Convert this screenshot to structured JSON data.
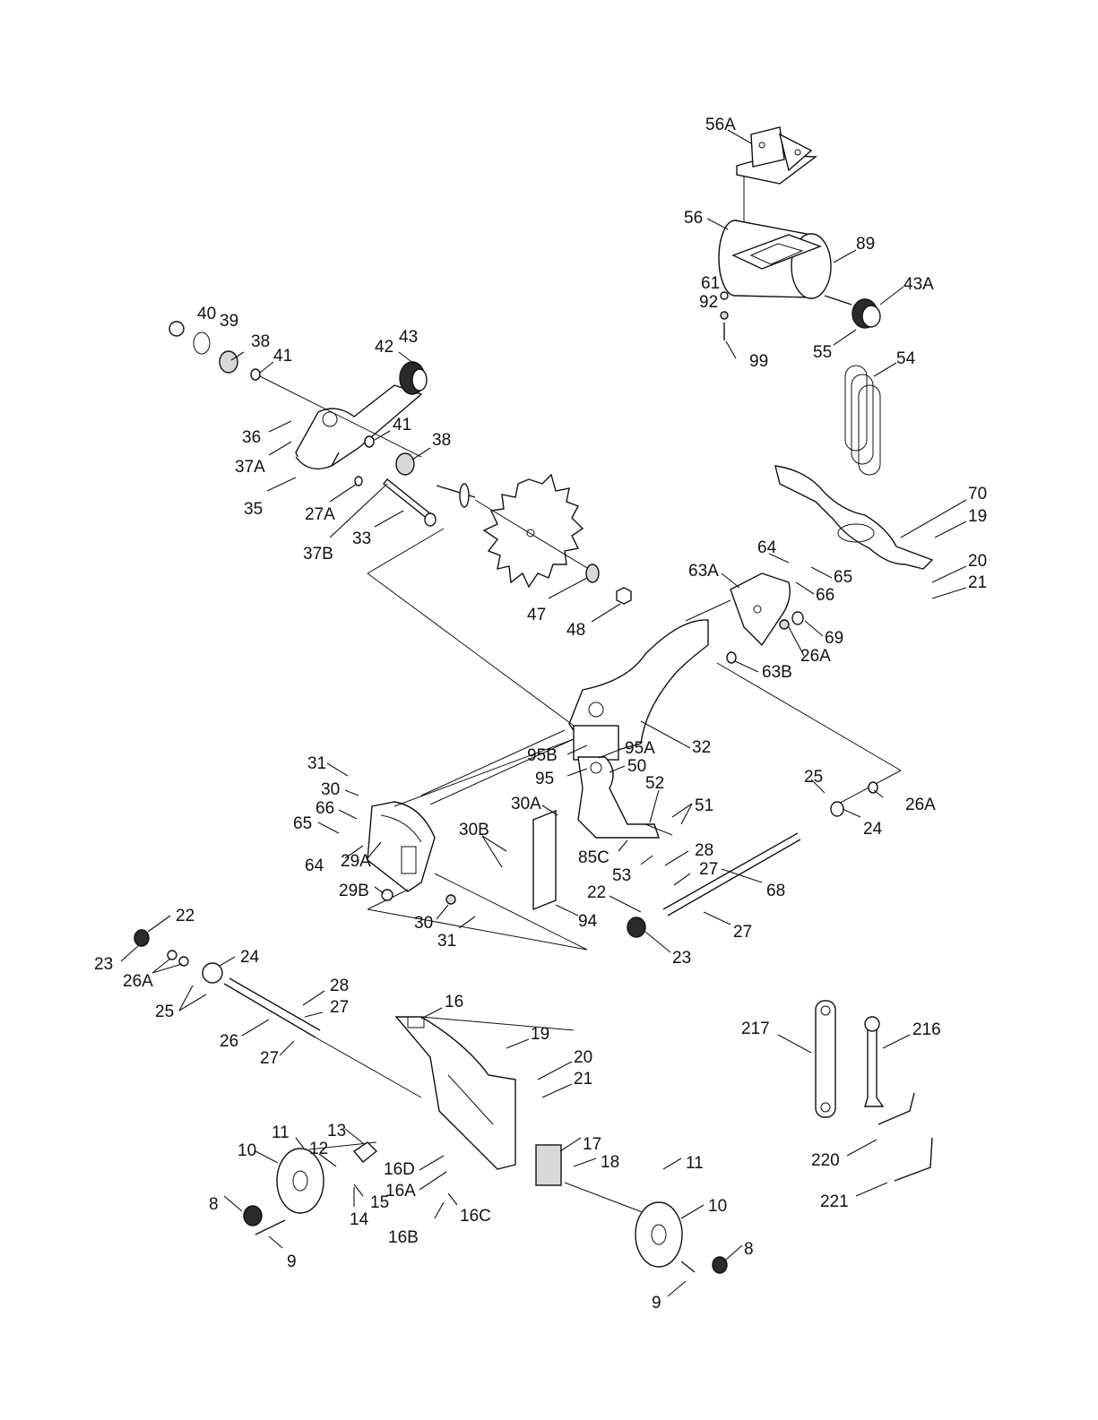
{
  "labels": {
    "p56A": "56A",
    "p56": "56",
    "p89": "89",
    "p61": "61",
    "p92": "92",
    "p43A": "43A",
    "p99": "99",
    "p55": "55",
    "p54": "54",
    "p40": "40",
    "p39": "39",
    "p38a": "38",
    "p41a": "41",
    "p42": "42",
    "p43": "43",
    "p36": "36",
    "p37A": "37A",
    "p41b": "41",
    "p38b": "38",
    "p35": "35",
    "p27A": "27A",
    "p37B": "37B",
    "p33": "33",
    "p47": "47",
    "p48": "48",
    "p70": "70",
    "p19a": "19",
    "p20a": "20",
    "p21a": "21",
    "p64a": "64",
    "p65a": "65",
    "p63A": "63A",
    "p66a": "66",
    "p69": "69",
    "p26Aa": "26A",
    "p63B": "63B",
    "p32": "32",
    "p95B": "95B",
    "p95A": "95A",
    "p95": "95",
    "p50": "50",
    "p52": "52",
    "p51": "51",
    "p31a": "31",
    "p30a": "30",
    "p66b": "66",
    "p65b": "65",
    "p64b": "64",
    "p29A": "29A",
    "p29B": "29B",
    "p30A": "30A",
    "p30B": "30B",
    "p85C": "85C",
    "p53": "53",
    "p28a": "28",
    "p27a": "27",
    "p68": "68",
    "p25a": "25",
    "p26Ab": "26A",
    "p24a": "24",
    "p22a": "22",
    "p27b": "27",
    "p23a": "23",
    "p94": "94",
    "p30b": "30",
    "p31b": "31",
    "p22b": "22",
    "p23b": "23",
    "p24b": "24",
    "p26Ac": "26A",
    "p25b": "25",
    "p28b": "28",
    "p27c": "27",
    "p26": "26",
    "p27d": "27",
    "p16": "16",
    "p19b": "19",
    "p20b": "20",
    "p21b": "21",
    "p217": "217",
    "p216": "216",
    "p220": "220",
    "p221": "221",
    "p11a": "11",
    "p13": "13",
    "p10a": "10",
    "p12": "12",
    "p16D": "16D",
    "p16A": "16A",
    "p15": "15",
    "p14": "14",
    "p16C": "16C",
    "p16B": "16B",
    "p8a": "8",
    "p9a": "9",
    "p17": "17",
    "p18": "18",
    "p11b": "11",
    "p10b": "10",
    "p8b": "8",
    "p9b": "9"
  }
}
